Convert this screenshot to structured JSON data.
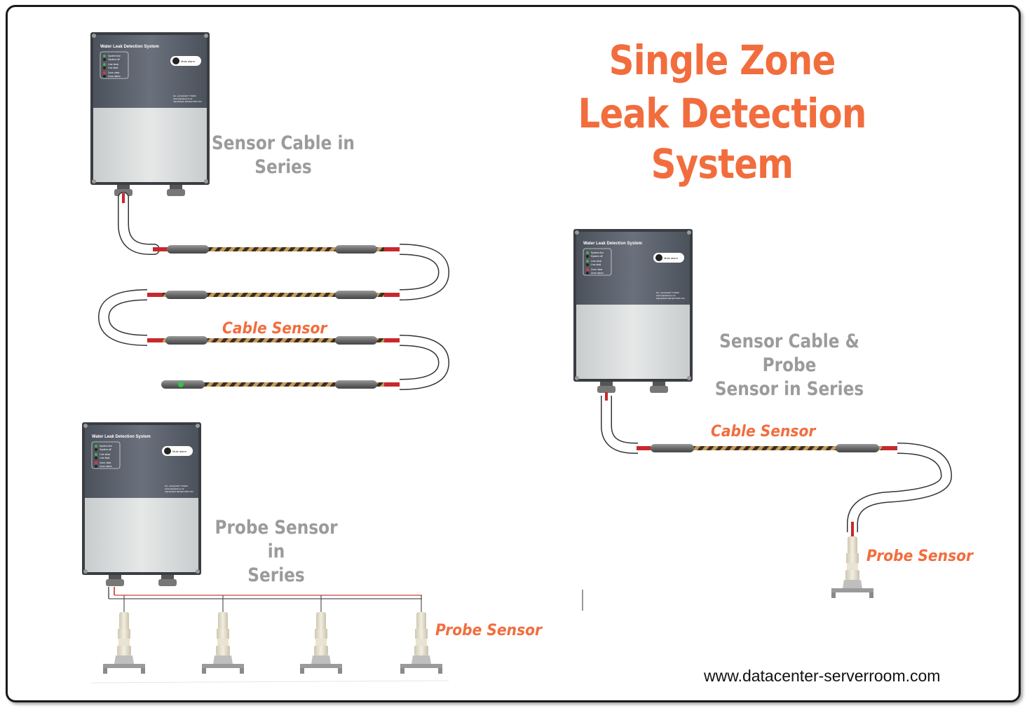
{
  "title": {
    "line1": "Single Zone",
    "line2": "Leak Detection System"
  },
  "panels": {
    "panel1_label": [
      "Sensor Cable in",
      "Series"
    ],
    "panel2_label": [
      "Probe Sensor in",
      "Series"
    ],
    "panel3_label": [
      "Sensor Cable & Probe",
      "Sensor in Series"
    ]
  },
  "sensor_labels": {
    "cable_sensor": "Cable Sensor",
    "probe_sensor": "Probe Sensor"
  },
  "control_box": {
    "heading": "Water Leak Detection System",
    "button_text": "Mute alarm",
    "indicators": [
      "System live",
      "System off",
      "Line clear",
      "Line fault",
      "Zone clear",
      "Zone alarm"
    ],
    "footer": "AQUALEAK DETECTION LTD"
  },
  "website": "www.datacenter-serverroom.com",
  "colors": {
    "title": "#f26d3d",
    "gray_label": "#9b9b9b",
    "frame": "#1a1a1a",
    "box_top": "#5e6470",
    "box_bottom": "#d9dcdd",
    "cable_red": "#c8282c",
    "cable_twist": "#b98a4c"
  }
}
